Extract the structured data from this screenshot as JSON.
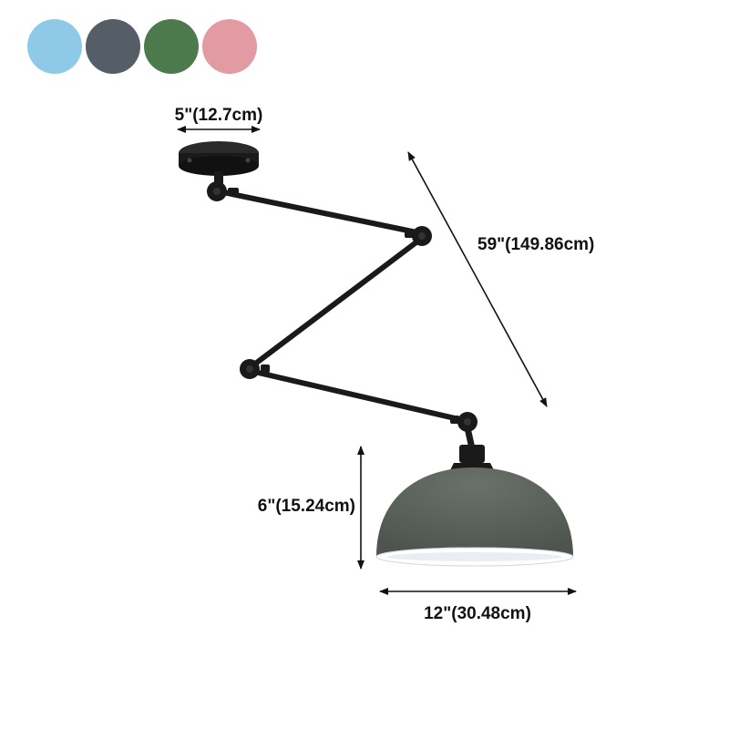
{
  "swatches": [
    {
      "name": "light-blue",
      "color": "#8ecae8"
    },
    {
      "name": "slate-gray",
      "color": "#555d66"
    },
    {
      "name": "green",
      "color": "#4d7a4d"
    },
    {
      "name": "pink",
      "color": "#e29aa3"
    }
  ],
  "dimensions": {
    "canopy_width": "5\"(12.7cm)",
    "arm_length": "59\"(149.86cm)",
    "shade_height": "6\"(15.24cm)",
    "shade_width": "12\"(30.48cm)"
  },
  "colors": {
    "fixture": "#1a1a1a",
    "shade": "#5c625c",
    "shade_inner": "#ffffff",
    "arrow": "#111111"
  }
}
